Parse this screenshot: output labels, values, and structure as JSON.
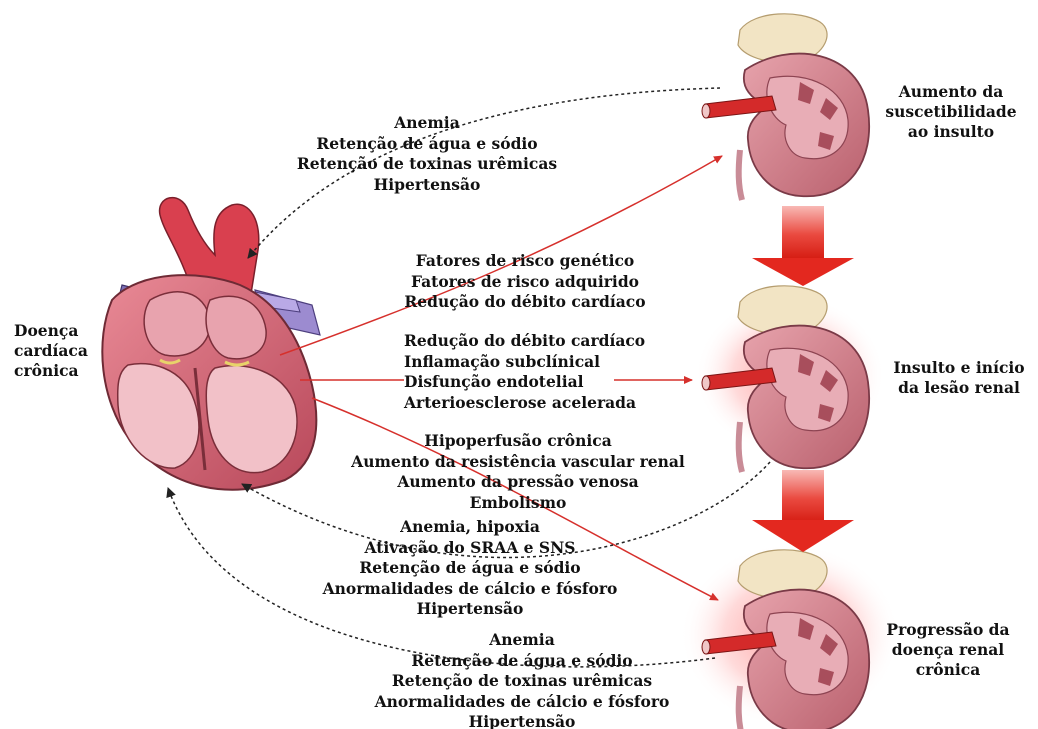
{
  "labels": {
    "heart": [
      "Doença",
      "cardíaca",
      "crônica"
    ],
    "kidney_top": [
      "Aumento da",
      "suscetibilidade",
      "ao insulto"
    ],
    "kidney_mid": [
      "Insulto e início",
      "da lesão renal"
    ],
    "kidney_bottom": [
      "Progressão da",
      "doença renal",
      "crônica"
    ]
  },
  "groups": {
    "top_back": [
      "Anemia",
      "Retenção de água e sódio",
      "Retenção de toxinas urêmicas",
      "Hipertensão"
    ],
    "risk": [
      "Fatores de risco genético",
      "Fatores de risco adquirido",
      "Redução do débito cardíaco"
    ],
    "injury": [
      "Redução do débito cardíaco",
      "Inflamação subclínical",
      "Disfunção endotelial",
      "Arterioesclerose acelerada"
    ],
    "progression": [
      "Hipoperfusão crônica",
      "Aumento da resistência vascular renal",
      "Aumento da pressão venosa",
      "Embolismo"
    ],
    "mid_back": [
      "Anemia, hipoxia",
      "Ativação do SRAA e SNS",
      "Retenção de água e sódio",
      "Anormalidades de cálcio e fósforo",
      "Hipertensão"
    ],
    "bottom_back": [
      "Anemia",
      "Retenção de água e sódio",
      "Retenção de toxinas urêmicas",
      "Anormalidades de cálcio e fósforo",
      "Hipertensão"
    ]
  },
  "colors": {
    "solid_arrow": "#d6302c",
    "dashed_arrow": "#222222",
    "kidney": "#c97a86",
    "heart": "#d35a6a",
    "big_arrow": "#e3281f"
  }
}
